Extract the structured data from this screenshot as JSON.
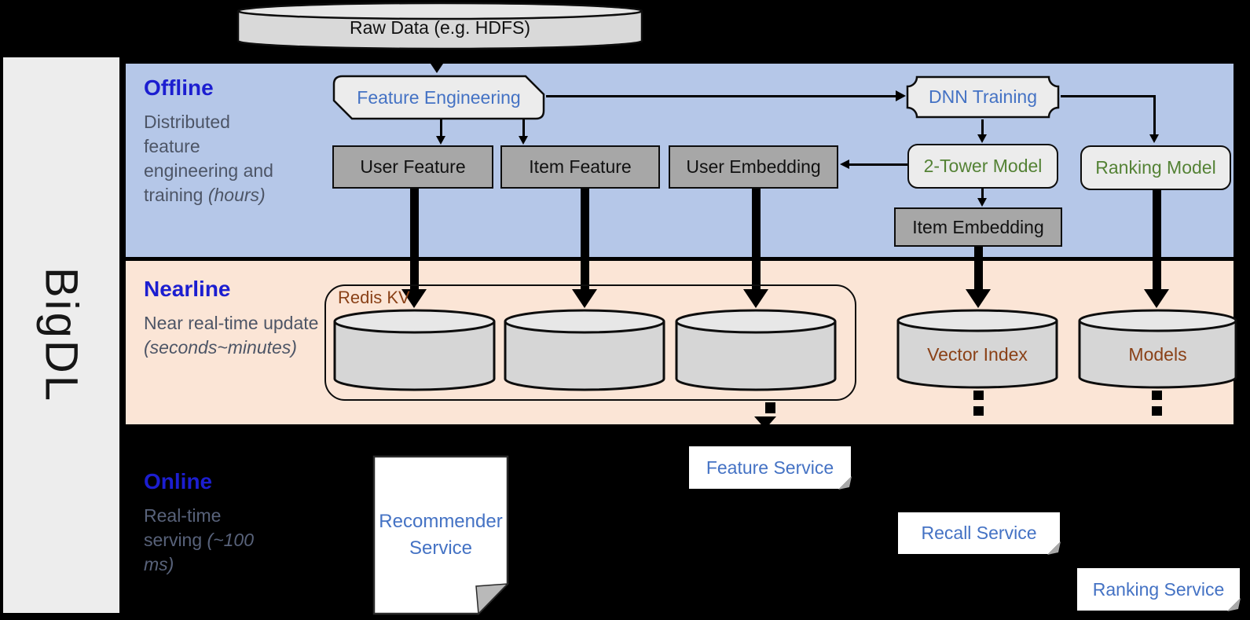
{
  "brand": "BigDL",
  "raw_data_label": "Raw Data (e.g. HDFS)",
  "bands": {
    "offline": {
      "title": "Offline",
      "desc": "Distributed feature engineering and training",
      "italic": "(hours)"
    },
    "nearline": {
      "title": "Nearline",
      "desc": "Near real-time update",
      "italic": "(seconds~minutes)"
    },
    "online": {
      "title": "Online",
      "desc": "Real-time serving",
      "italic": "(~100 ms)"
    }
  },
  "nodes": {
    "feature_engineering": "Feature Engineering",
    "dnn_training": "DNN Training",
    "user_feature": "User Feature",
    "item_feature": "Item Feature",
    "user_embedding": "User Embedding",
    "two_tower_model": "2-Tower Model",
    "ranking_model": "Ranking Model",
    "item_embedding": "Item Embedding",
    "redis_kv": "Redis KV",
    "vector_index": "Vector Index",
    "models": "Models",
    "recommender_service": "Recommender Service",
    "feature_service": "Feature Service",
    "recall_service": "Recall Service",
    "ranking_service": "Ranking Service"
  },
  "colors": {
    "offline_bg": "#b5c7e8",
    "nearline_bg": "#fbe5d6",
    "online_bg": "#000000",
    "sidebar_bg": "#ededed",
    "title_blue": "#1c1ed0",
    "desc_gray": "#4d5566",
    "node_blue": "#4472c4",
    "node_green": "#548235",
    "node_brown": "#8a4117",
    "gray_box": "#a7a7a7",
    "shape_fill": "#ececec"
  }
}
